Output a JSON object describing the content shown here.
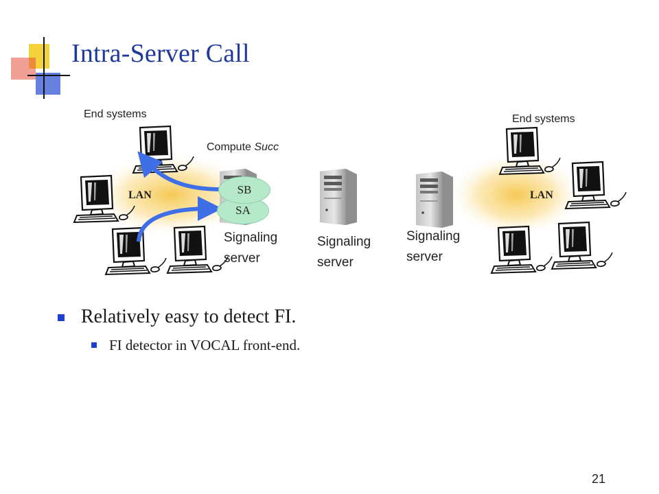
{
  "slide": {
    "title": "Intra-Server Call",
    "page_number": "21"
  },
  "colors": {
    "title": "#1f3a9a",
    "bullet": "#1f3fd0",
    "arrow": "#3f6fe6",
    "lan_glow": "#f5c64c",
    "oval_fill": "#b5e9c9",
    "deco_yellow": "#f3d23a",
    "deco_red": "#e8503e",
    "deco_blue": "#3355d6"
  },
  "diagram": {
    "end_systems_left": "End systems",
    "end_systems_right": "End systems",
    "compute_label_prefix": "Compute ",
    "compute_label_italic": "Succ",
    "lan_left": "LAN",
    "lan_right": "LAN",
    "oval_sb": "SB",
    "oval_sa": "SA",
    "servers": [
      {
        "line1": "Signaling",
        "line2": "server"
      },
      {
        "line1": "Signaling",
        "line2": "server"
      },
      {
        "line1": "Signaling",
        "line2": "server"
      }
    ],
    "icons": {
      "end_system": "desktop-computer-icon",
      "server": "server-tower-icon"
    }
  },
  "bullets": [
    {
      "level": 1,
      "text": "Relatively easy to detect FI.",
      "children": [
        {
          "level": 2,
          "text": "FI detector in VOCAL front-end."
        }
      ]
    }
  ]
}
